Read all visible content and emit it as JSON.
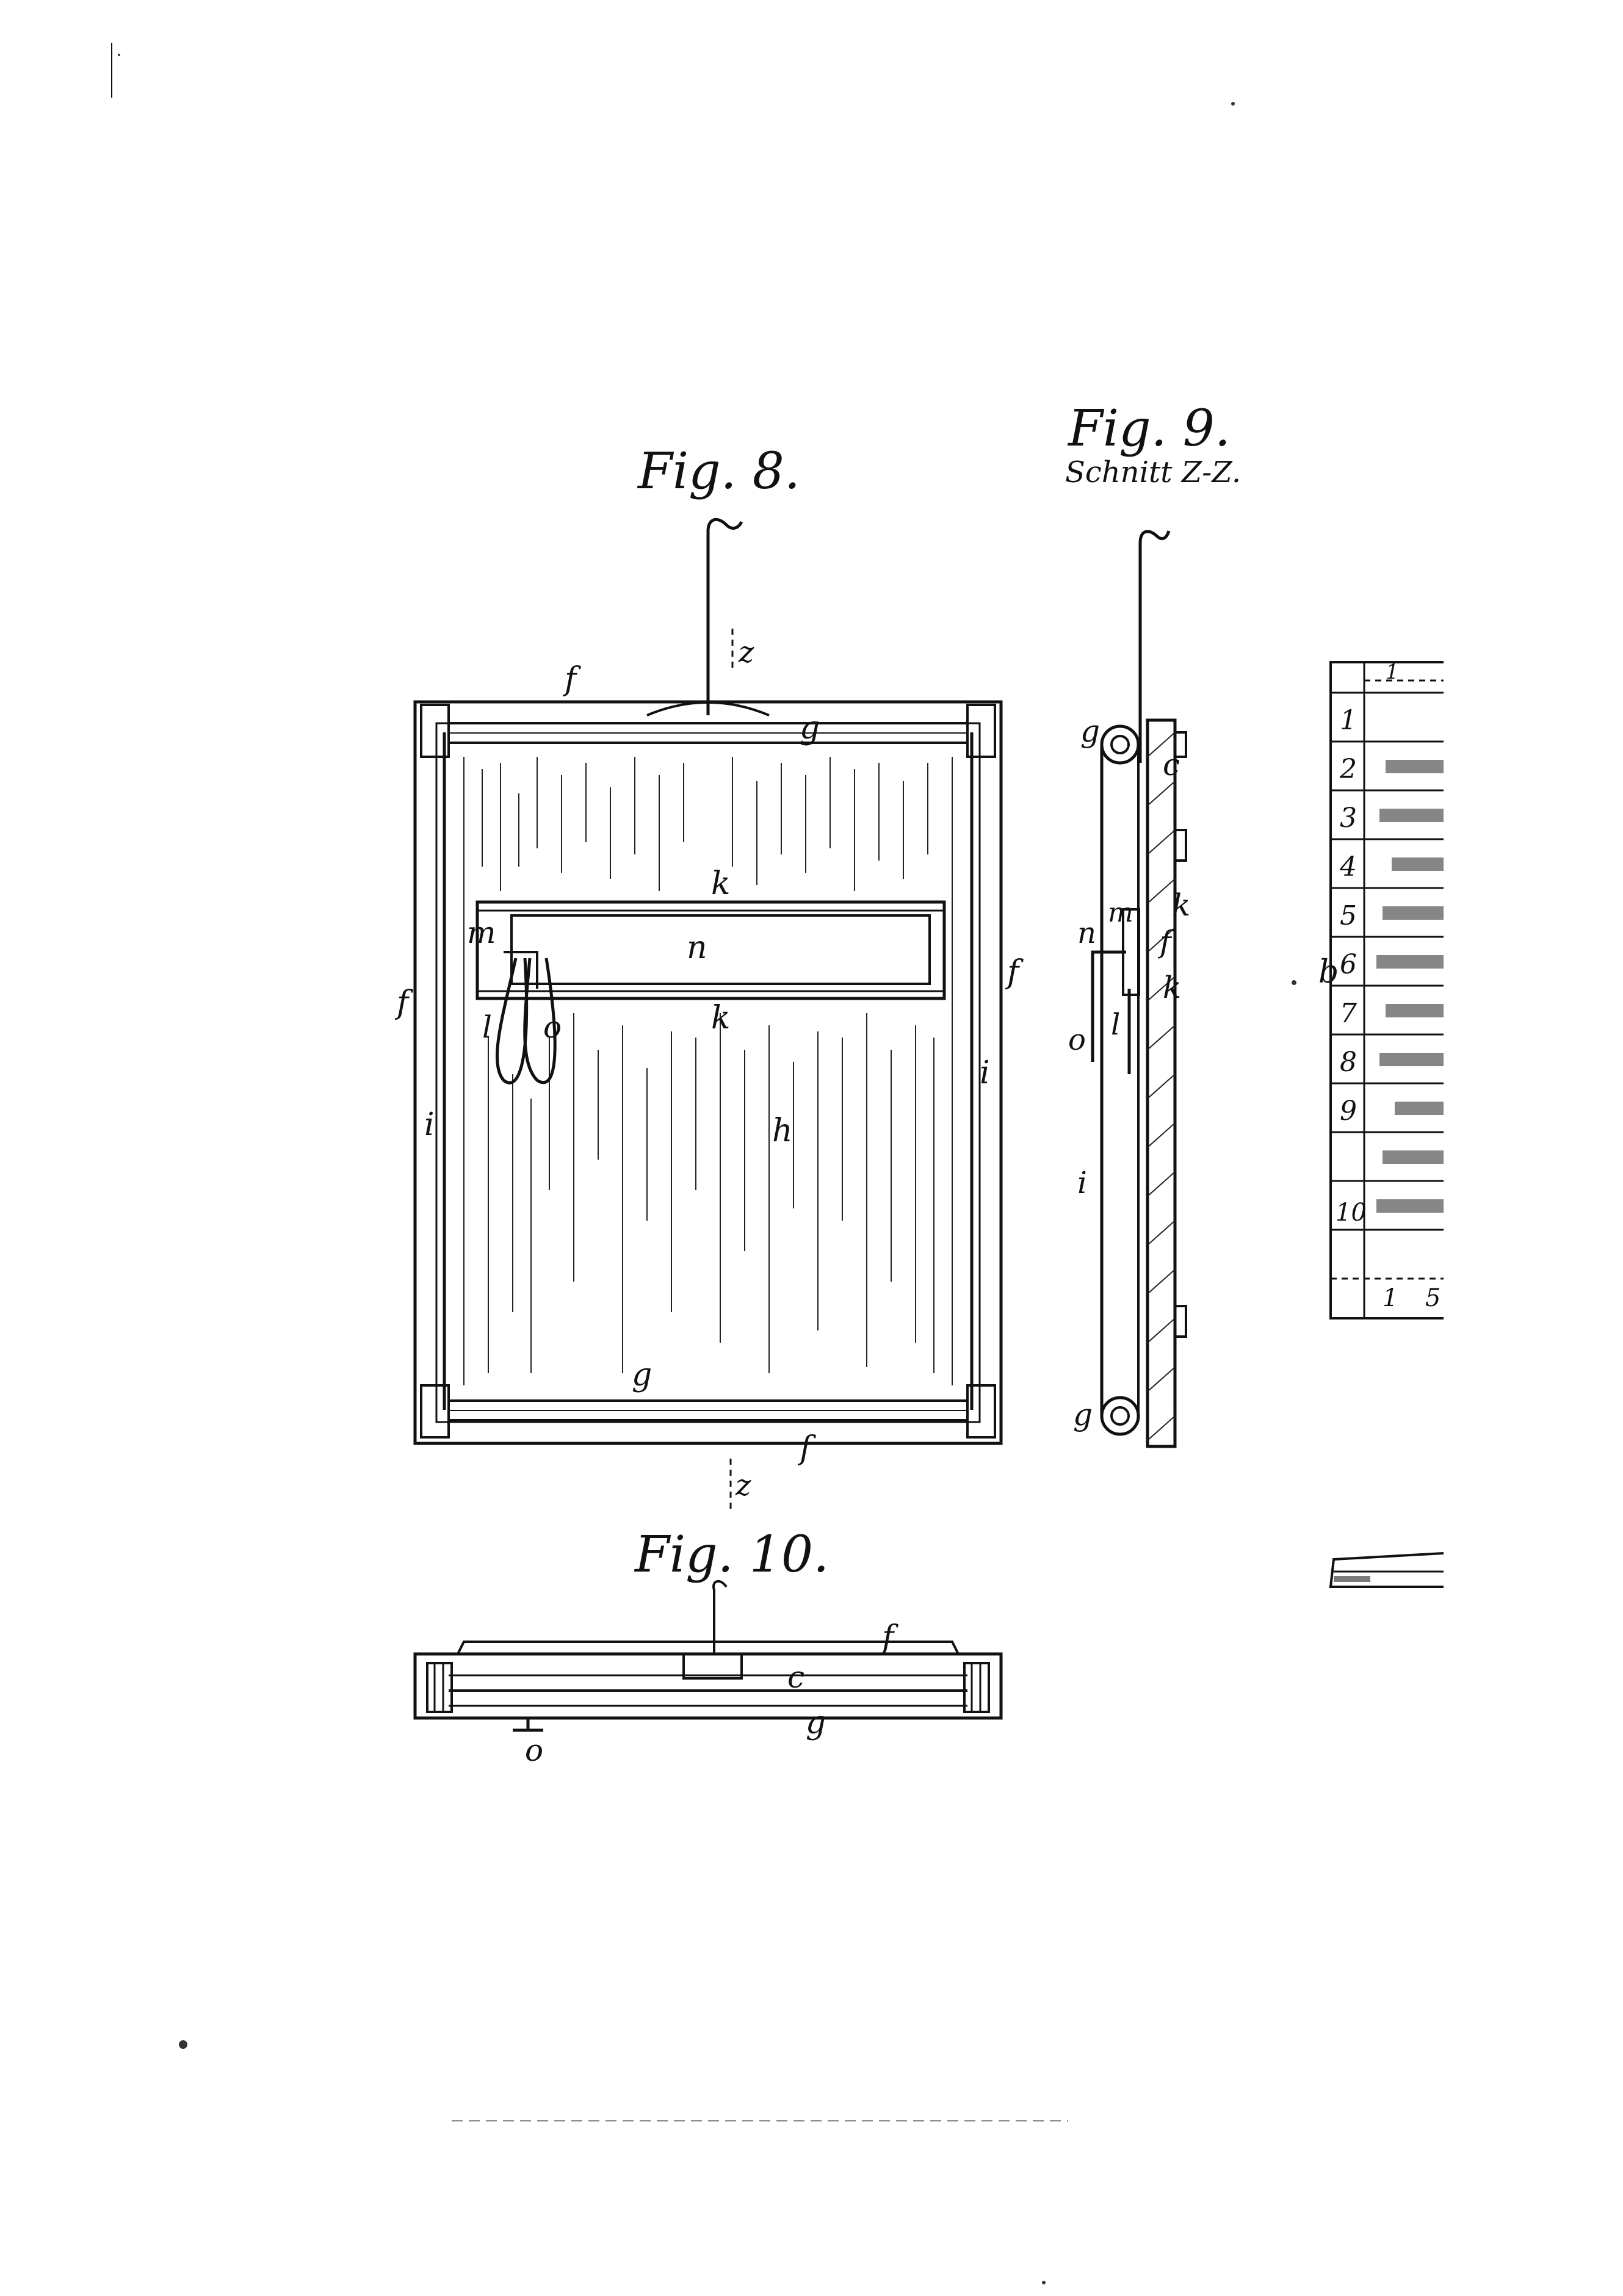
{
  "figures": {
    "fig8": {
      "title": "Fig. 8."
    },
    "fig9": {
      "title": "Fig. 9.",
      "subtitle": "Schnitt Z-Z."
    },
    "fig10": {
      "title": "Fig. 10."
    }
  },
  "labels": {
    "z": "z",
    "f": "f",
    "g": "g",
    "k": "k",
    "n": "n",
    "m": "m",
    "l": "l",
    "o": "o",
    "i": "i",
    "h": "h",
    "c": "c",
    "b": "b"
  },
  "ruler_numbers": [
    "1",
    "2",
    "3",
    "4",
    "5",
    "6",
    "7",
    "8",
    "9",
    "10"
  ],
  "ruler_bottom": [
    "1",
    "5"
  ]
}
